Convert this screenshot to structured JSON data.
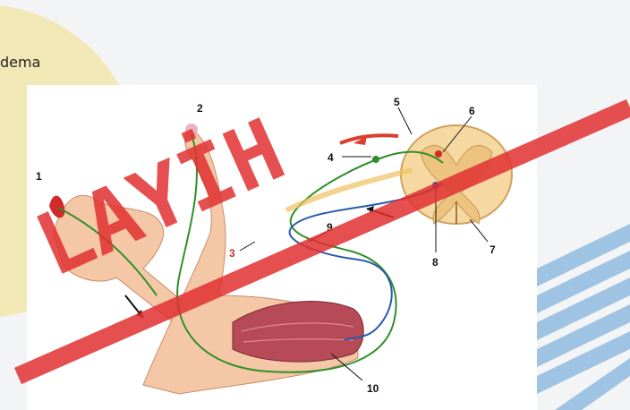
{
  "page": {
    "corner_text": "dema",
    "colors": {
      "background": "#f3f4f6",
      "yellow_circle": "#f2e8b6",
      "stripes": "#9fc3e2",
      "skin": "#f4c8a6",
      "muscle": "#b74a57",
      "green_nerve": "#2f8f2a",
      "blue_nerve": "#2b5aa8",
      "watermark": "#e03030"
    }
  },
  "diagram": {
    "labels": [
      "1",
      "2",
      "3",
      "4",
      "5",
      "6",
      "7",
      "8",
      "9",
      "10"
    ]
  },
  "watermark": {
    "text": "LAYİH"
  }
}
